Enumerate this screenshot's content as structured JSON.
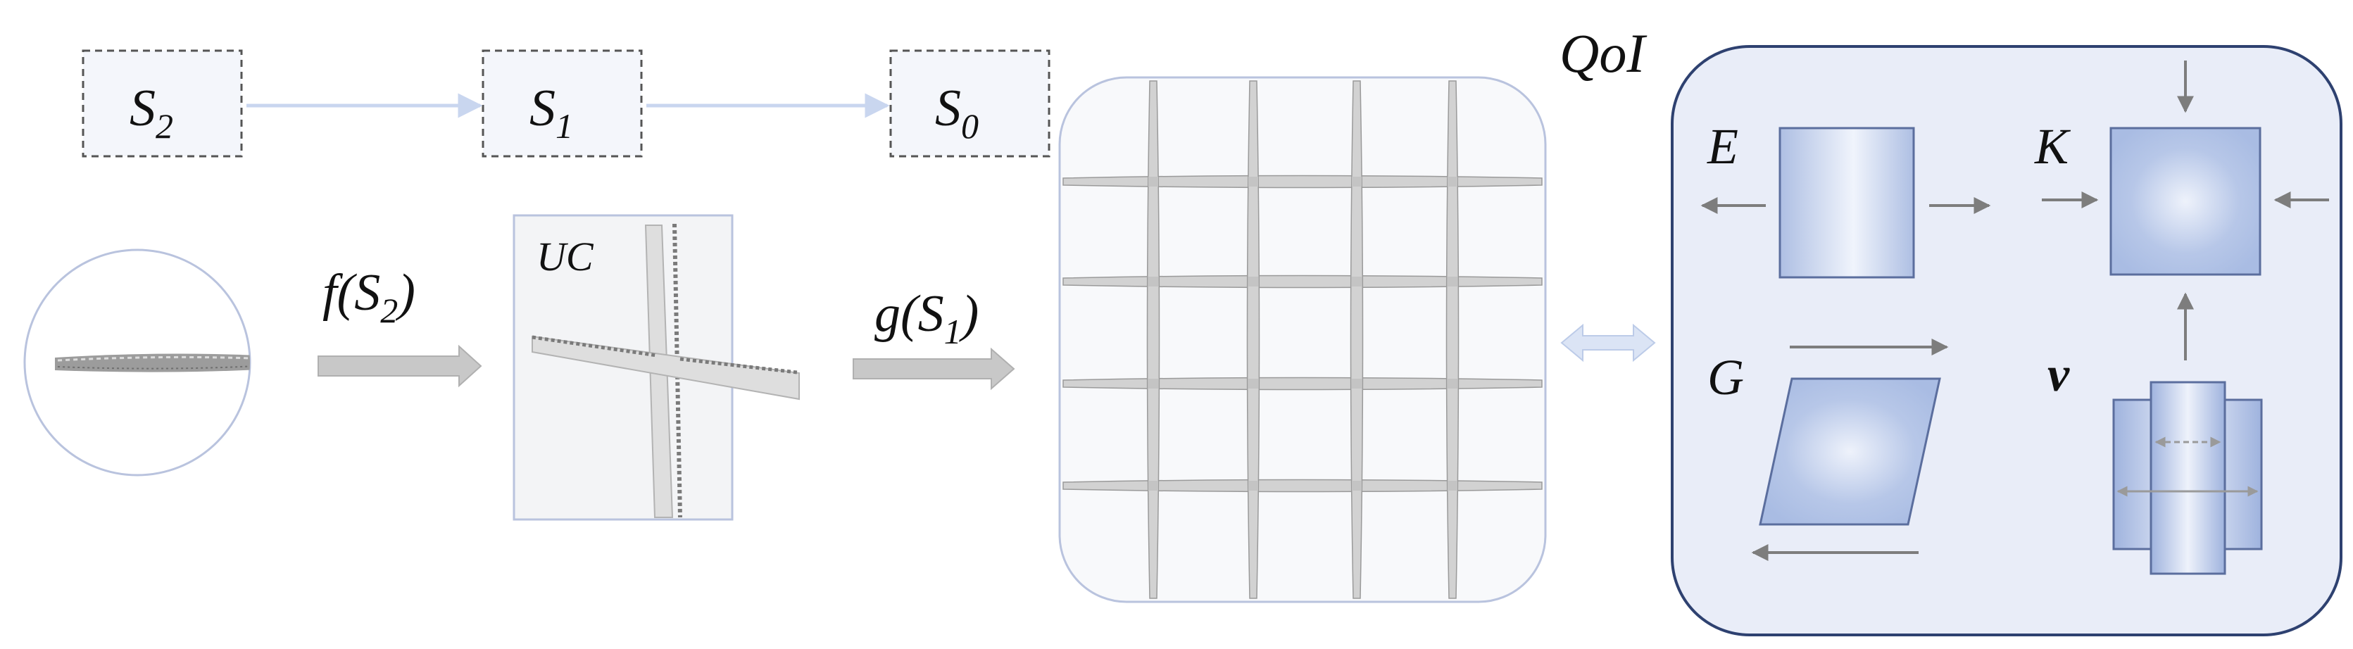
{
  "scales": [
    {
      "base": "S",
      "sub": "2"
    },
    {
      "base": "S",
      "sub": "1"
    },
    {
      "base": "S",
      "sub": "0"
    }
  ],
  "mappings": {
    "f": {
      "func": "f(S",
      "sub": "2",
      "close": ")"
    },
    "g": {
      "func": "g(S",
      "sub": "1",
      "close": ")"
    }
  },
  "unit_cell_label": "UC",
  "qoi": {
    "title": "QoI",
    "properties": [
      "E",
      "K",
      "G",
      "v"
    ]
  },
  "colors": {
    "panel_fill": "#e9edf8",
    "panel_stroke": "#2e4170",
    "property_fill": "#b4c5e6",
    "arrow_gray": "#7d7d7d",
    "scale_box_stroke": "#555555",
    "flow_arrow": "#c9d6ef",
    "fiber": "#c9c9c9"
  }
}
